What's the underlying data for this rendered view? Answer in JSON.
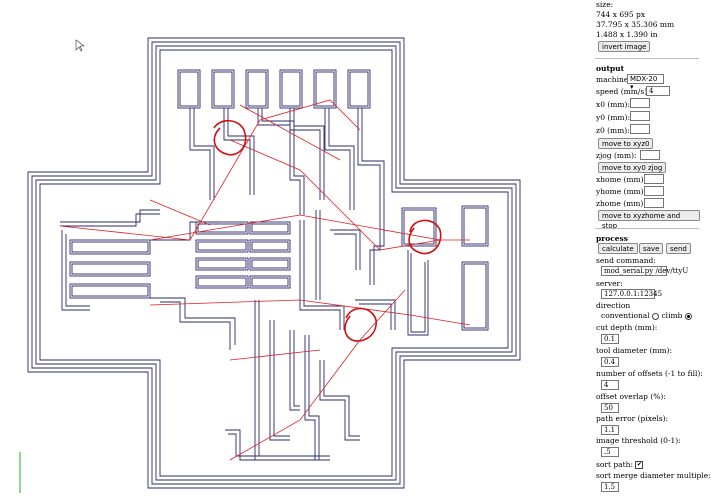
{
  "size": {
    "label": "size:",
    "px": "744 x 695 px",
    "mm": "37.795 x 35.306 mm",
    "in": "1.488 x 1.390 in",
    "invert_button": "invert image"
  },
  "output": {
    "title": "output",
    "machine_label": "machine",
    "machine_value": "MDX-20",
    "speed_label": "speed (mm/s):",
    "speed_value": "4",
    "x0_label": "x0 (mm):",
    "y0_label": "y0 (mm):",
    "z0_label": "z0 (mm):",
    "move_xyz0_button": "move to xyz0",
    "zjog_label": "zjog (mm):",
    "move_xy0_zjog_button": "move to xy0 zjog",
    "xhome_label": "xhome (mm):",
    "yhome_label": "yhome (mm):",
    "zhome_label": "zhome (mm):",
    "move_home_button": "move to xyzhome and stop"
  },
  "process": {
    "title": "process",
    "calculate_button": "calculate",
    "save_button": "save",
    "send_button": "send",
    "send_command_label": "send command:",
    "send_command_value": "mod_serial.py /dev/ttyU",
    "server_label": "server:",
    "server_value": "127.0.0.1:12345",
    "direction_label": "direction",
    "conventional_label": "conventional",
    "climb_label": "climb",
    "cut_depth_label": "cut depth (mm):",
    "cut_depth_value": "0.1",
    "tool_diameter_label": "tool diameter (mm):",
    "tool_diameter_value": "0.4",
    "offsets_label": "number of offsets (-1 to fill):",
    "offsets_value": "4",
    "overlap_label": "offset overlap (%):",
    "overlap_value": "50",
    "path_error_label": "path error (pixels):",
    "path_error_value": "1.1",
    "threshold_label": "image threshold (0-1):",
    "threshold_value": ".5",
    "sort_path_label": "sort path:",
    "sort_path_checked": "✔",
    "sort_merge_label": "sort merge diameter multiple:",
    "sort_merge_value": "1.5"
  },
  "colors": {
    "path": "#2a2a6a",
    "jog": "#e02020",
    "annotation": "#d01010",
    "axis": "#20b020"
  }
}
